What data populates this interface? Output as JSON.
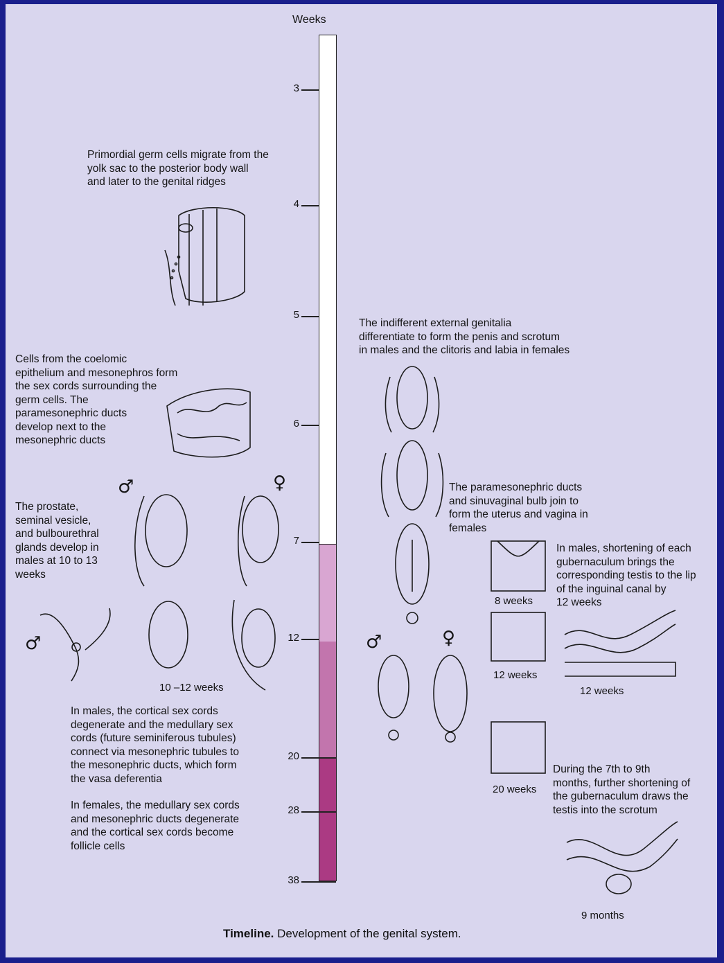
{
  "axis": {
    "label": "Weeks",
    "ticks": [
      "3",
      "4",
      "5",
      "6",
      "7",
      "12",
      "20",
      "28",
      "38"
    ]
  },
  "texts": {
    "germ_cells": [
      "Primordial germ cells migrate from the",
      "yolk sac to the posterior body wall",
      "and later to the genital ridges"
    ],
    "sex_cords": [
      "Cells from the coelomic",
      "epithelium and mesonephros form",
      "the sex cords surrounding the",
      "germ cells. The",
      "paramesonephric ducts",
      "develop next to the",
      "mesonephric ducts"
    ],
    "prostate": [
      "The prostate,",
      "seminal vesicle,",
      "and bulbourethral",
      "glands develop in",
      "males at 10 to 13",
      "weeks"
    ],
    "males_cords": [
      "In males, the cortical sex cords",
      "degenerate and the medullary sex",
      "cords (future seminiferous tubules)",
      "connect via mesonephric tubules to",
      "the mesonephric ducts, which form",
      "the vasa deferentia"
    ],
    "females_cords": [
      "In females, the medullary sex cords",
      "and mesonephric ducts degenerate",
      "and the cortical sex cords become",
      "follicle cells"
    ],
    "external": [
      "The indifferent external genitalia",
      "differentiate to form the penis and scrotum",
      "in males and the clitoris and labia in females"
    ],
    "paramesonephric": [
      "The paramesonephric ducts",
      "and sinuvaginal bulb join to",
      "form the uterus and vagina in",
      "females"
    ],
    "gubernaculum": [
      "In males, shortening of each",
      "gubernaculum brings the",
      "corresponding testis to the lip",
      "of the inguinal canal by",
      "12 weeks"
    ],
    "scrotum": [
      "During the 7th to 9th",
      "months, further shortening of",
      "the gubernaculum draws the",
      "testis into the scrotum"
    ]
  },
  "captions": {
    "ten_twelve": "10 –12 weeks",
    "eight_weeks": "8 weeks",
    "twelve_weeks_a": "12 weeks",
    "twelve_weeks_b": "12 weeks",
    "twenty_weeks": "20 weeks",
    "nine_months": "9 months"
  },
  "symbols": {
    "male": "♂",
    "female": "♀"
  },
  "footer": {
    "bold": "Timeline.",
    "rest": " Development of the genital system."
  },
  "colors": {
    "bar_white": "#ffffff",
    "bar_light": "#d9a6d2",
    "bar_mid": "#c275ad",
    "bar_dark": "#ab3a83"
  }
}
